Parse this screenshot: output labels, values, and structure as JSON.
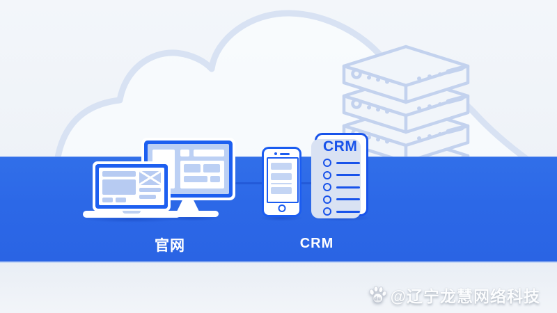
{
  "illustration": {
    "band_labels": {
      "website": "官网",
      "crm": "CRM"
    },
    "crm_card": {
      "title": "CRM",
      "list_item_count": 5
    },
    "background_elements": [
      "cloud-outline",
      "server-stack"
    ],
    "server_stack": {
      "unit_count": 4
    }
  },
  "watermark": {
    "icon": "baidu-paw-icon",
    "text": "@辽宁龙慧网络科技"
  },
  "colors": {
    "band_blue": "#2c68e7",
    "device_blue": "#1b5cf0",
    "screen_light_blue": "#bcd0f4",
    "cloud_stroke": "#d8e2f3",
    "server_stroke": "#c3d2ee",
    "background_top": "#f2f5f9",
    "background_bottom": "#edf1f7",
    "label_text": "#ffffff"
  }
}
